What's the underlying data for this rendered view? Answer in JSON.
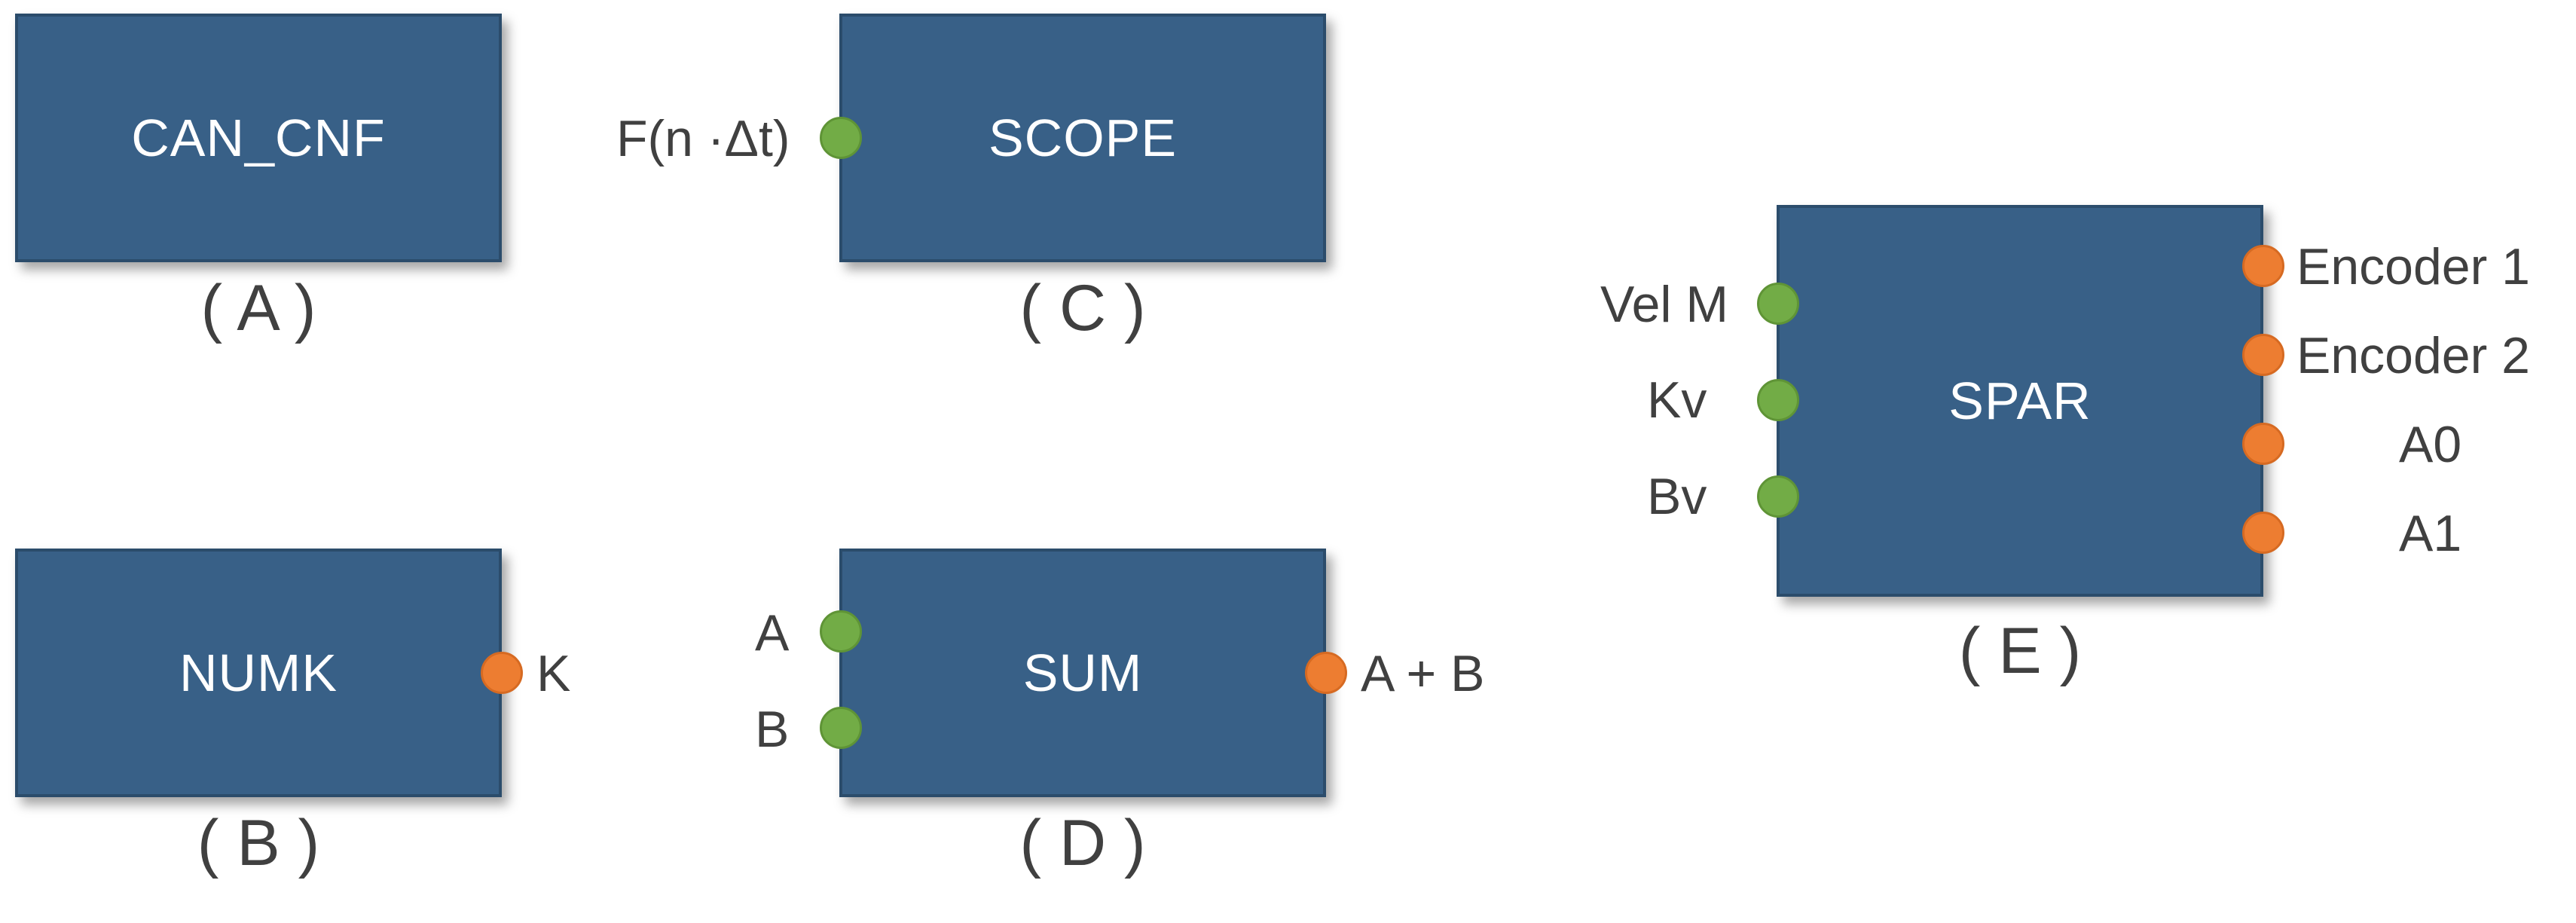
{
  "colors": {
    "block_fill": "#386087",
    "block_border": "#2b4c6b",
    "input_port": "#72ac46",
    "output_port": "#ed7d31",
    "label_text": "#404040"
  },
  "blocks": {
    "can_cnf": {
      "title": "CAN_CNF",
      "caption": "( A )"
    },
    "numk": {
      "title": "NUMK",
      "caption": "( B )",
      "outputs": [
        "K"
      ]
    },
    "scope": {
      "title": "SCOPE",
      "caption": "( C )",
      "inputs": [
        "F(n ·Δt)"
      ]
    },
    "sum": {
      "title": "SUM",
      "caption": "( D )",
      "inputs": [
        "A",
        "B"
      ],
      "outputs": [
        "A + B"
      ]
    },
    "spar": {
      "title": "SPAR",
      "caption": "( E )",
      "inputs": [
        "Vel M",
        "Kv",
        "Bv"
      ],
      "outputs": [
        "Encoder 1",
        "Encoder 2",
        "A0",
        "A1"
      ]
    }
  }
}
